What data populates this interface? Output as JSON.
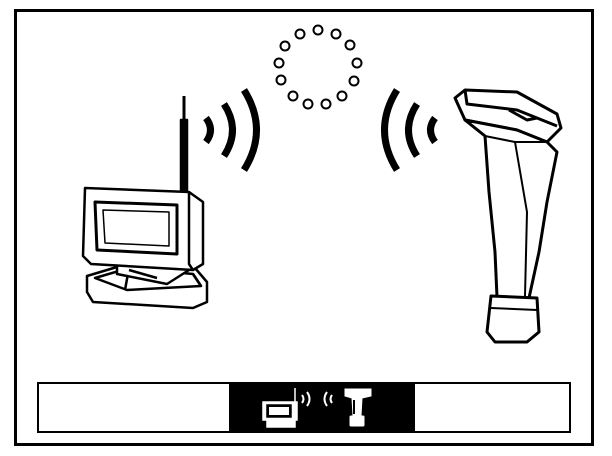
{
  "screen": {
    "mode": "wireless-pairing",
    "searching_indicator": "spinner-dots",
    "dot_count": 13
  },
  "statusbar": {
    "active_icon": "pairing-icon"
  },
  "colors": {
    "foreground": "#000000",
    "background": "#ffffff"
  }
}
